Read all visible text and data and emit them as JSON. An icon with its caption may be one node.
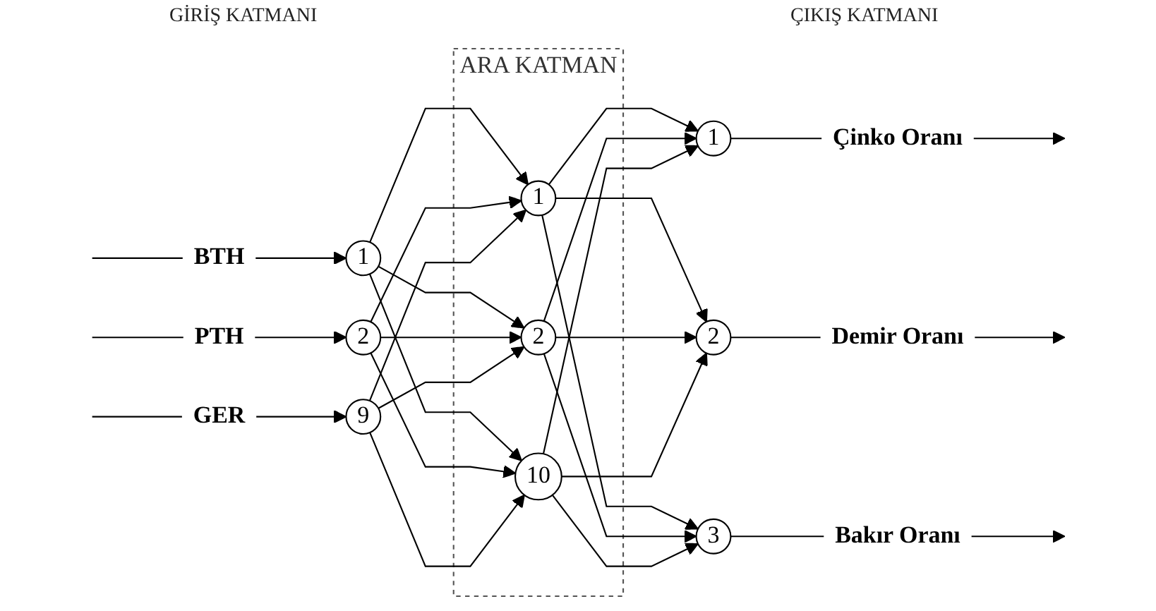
{
  "diagram": {
    "nodes": [
      {
        "text": [
          "BTH"
        ]
      },
      {
        "text": [
          "1"
        ]
      },
      {
        "text": [
          "PTH"
        ]
      },
      {
        "text": [
          "2"
        ]
      },
      {
        "text": [
          "GER"
        ]
      },
      {
        "text": [
          "9"
        ]
      },
      {
        "text": [
          "ARA KATMAN"
        ]
      },
      {
        "text": [
          "1"
        ],
        "in": 6
      },
      {
        "text": [
          "2"
        ],
        "in": 6
      },
      {
        "text": [
          "10"
        ],
        "in": 6
      },
      {
        "text": [
          "1"
        ]
      },
      {
        "text": [
          "Çinko Oranı"
        ]
      },
      {
        "text": [
          "2"
        ]
      },
      {
        "text": [
          "Demir Oranı"
        ]
      },
      {
        "text": [
          "3"
        ]
      },
      {
        "text": [
          "Bakır Oranı"
        ]
      }
    ],
    "edges": [
      {
        "from": null,
        "to": 0,
        "arrow": "none"
      },
      {
        "from": 0,
        "to": 1,
        "arrow": "to"
      },
      {
        "from": null,
        "to": 2,
        "arrow": "none"
      },
      {
        "from": 2,
        "to": 3,
        "arrow": "to"
      },
      {
        "from": null,
        "to": 4,
        "arrow": "none"
      },
      {
        "from": 4,
        "to": 5,
        "arrow": "to"
      },
      {
        "from": 1,
        "to": 7,
        "arrow": "to"
      },
      {
        "from": 1,
        "to": 8,
        "arrow": "to"
      },
      {
        "from": 1,
        "to": 9,
        "arrow": "to"
      },
      {
        "from": 3,
        "to": 7,
        "arrow": "to"
      },
      {
        "from": 3,
        "to": 8,
        "arrow": "to"
      },
      {
        "from": 3,
        "to": 9,
        "arrow": "to"
      },
      {
        "from": 5,
        "to": 7,
        "arrow": "to"
      },
      {
        "from": 5,
        "to": 8,
        "arrow": "to"
      },
      {
        "from": 5,
        "to": 9,
        "arrow": "to"
      },
      {
        "from": 7,
        "to": 10,
        "arrow": "to"
      },
      {
        "from": 7,
        "to": 12,
        "arrow": "to"
      },
      {
        "from": 7,
        "to": 14,
        "arrow": "to"
      },
      {
        "from": 8,
        "to": 10,
        "arrow": "to"
      },
      {
        "from": 8,
        "to": 12,
        "arrow": "to"
      },
      {
        "from": 8,
        "to": 14,
        "arrow": "to"
      },
      {
        "from": 9,
        "to": 10,
        "arrow": "to"
      },
      {
        "from": 9,
        "to": 12,
        "arrow": "to"
      },
      {
        "from": 9,
        "to": 14,
        "arrow": "to"
      },
      {
        "from": 10,
        "to": 11,
        "arrow": "none"
      },
      {
        "from": 11,
        "to": null,
        "arrow": "to"
      },
      {
        "from": 12,
        "to": 13,
        "arrow": "none"
      },
      {
        "from": 13,
        "to": null,
        "arrow": "to"
      },
      {
        "from": 14,
        "to": 15,
        "arrow": "none"
      },
      {
        "from": 15,
        "to": null,
        "arrow": "to"
      }
    ],
    "labels": [
      "GİRİŞ KATMANI",
      "ÇIKIŞ KATMANI"
    ]
  }
}
